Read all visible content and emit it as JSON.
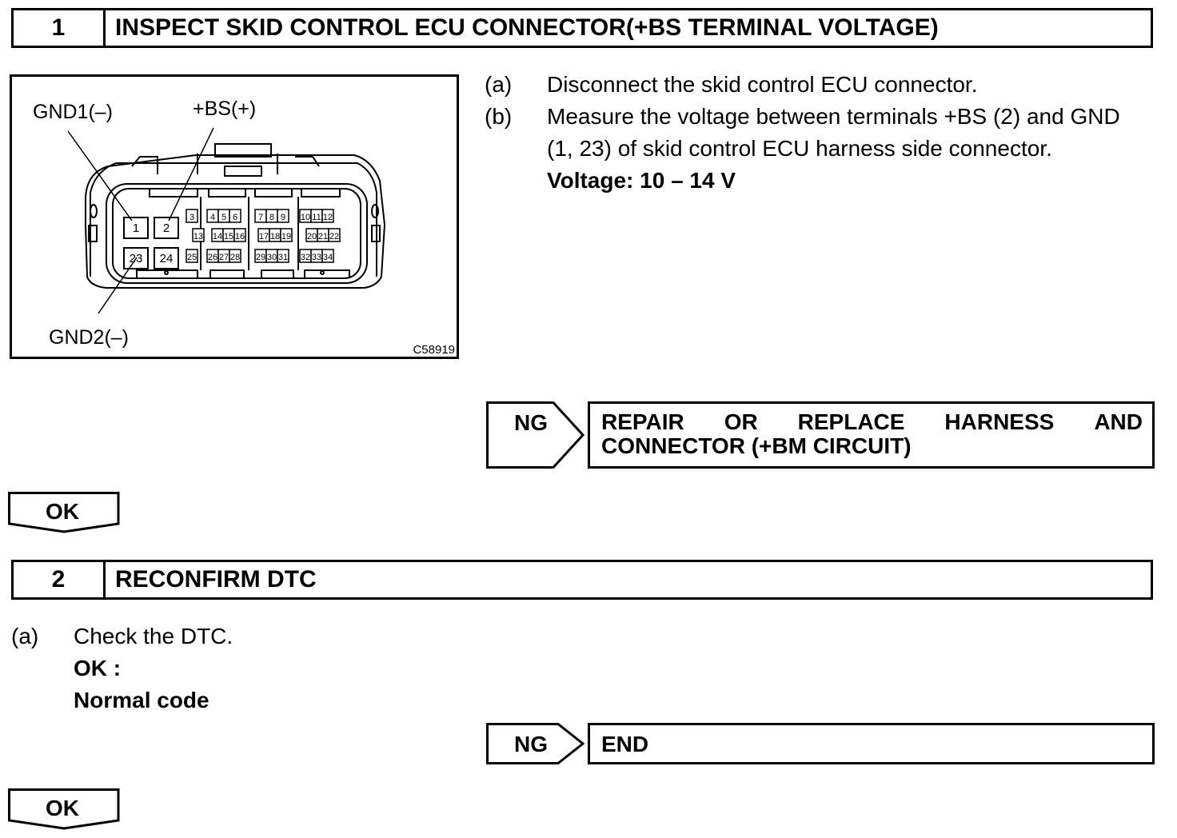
{
  "step1": {
    "number": "1",
    "title": "INSPECT SKID CONTROL ECU CONNECTOR(+BS TERMINAL VOLTAGE)",
    "figure": {
      "label_gnd1": "GND1(–)",
      "label_bs": "+BS(+)",
      "label_gnd2": "GND2(–)",
      "code": "C58919",
      "pins": [
        "1",
        "2",
        "3",
        "4",
        "5",
        "6",
        "7",
        "8",
        "9",
        "10",
        "11",
        "12",
        "13",
        "14",
        "15",
        "16",
        "17",
        "18",
        "19",
        "20",
        "21",
        "22",
        "23",
        "24",
        "25",
        "26",
        "27",
        "28",
        "29",
        "30",
        "31",
        "32",
        "33",
        "34"
      ]
    },
    "instructions": [
      {
        "marker": "(a)",
        "text": "Disconnect the skid control ECU connector."
      },
      {
        "marker": "(b)",
        "text": "Measure the voltage between terminals +BS (2) and GND"
      }
    ],
    "instruction_b_cont": "(1, 23) of skid control ECU harness side connector.",
    "spec": "Voltage: 10 – 14 V",
    "ng_label": "NG",
    "ng_action_line1": [
      "REPAIR",
      "OR",
      "REPLACE",
      "HARNESS",
      "AND"
    ],
    "ng_action_line2": "CONNECTOR (+BM CIRCUIT)",
    "ok_label": "OK"
  },
  "step2": {
    "number": "2",
    "title": "RECONFIRM DTC",
    "instruction_marker": "(a)",
    "instruction_text": "Check the DTC.",
    "ok_spec_label": "OK :",
    "ok_spec_value": "Normal code",
    "ng_label": "NG",
    "ng_action": "END",
    "ok_label": "OK"
  }
}
